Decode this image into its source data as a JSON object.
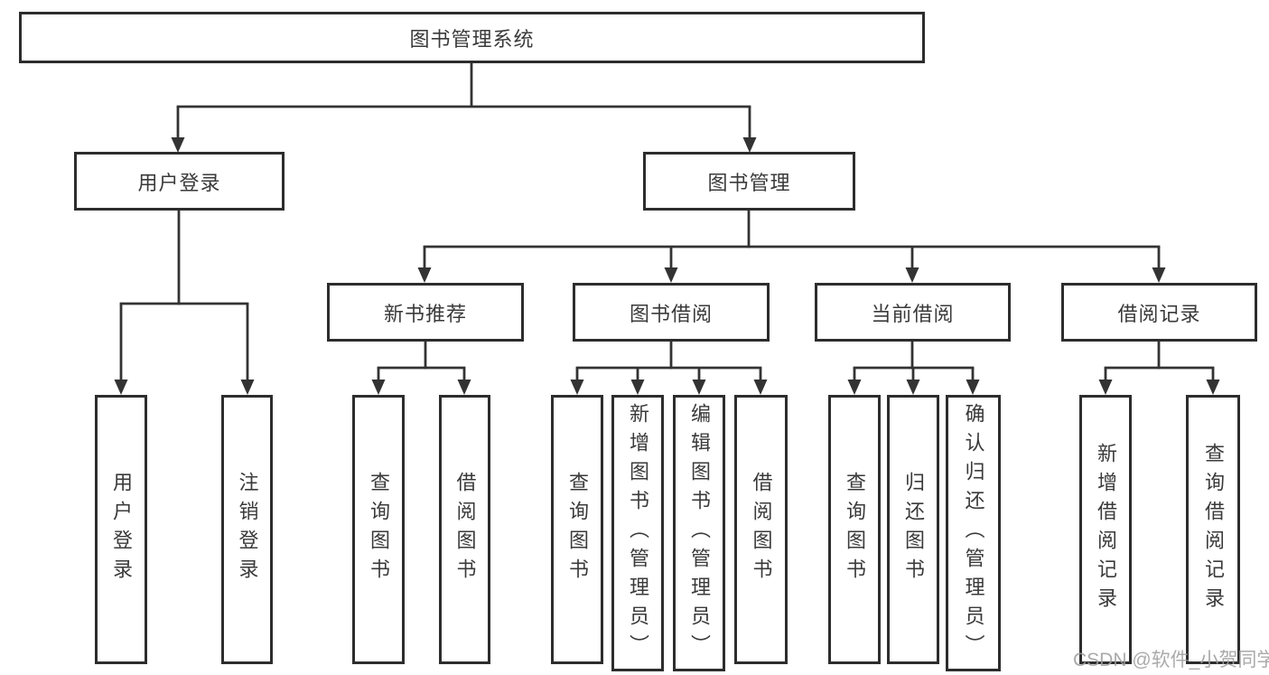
{
  "nodes": {
    "root": "图书管理系统",
    "user_login": "用户登录",
    "book_management": "图书管理",
    "new_book_recommend": "新书推荐",
    "book_borrow": "图书借阅",
    "current_borrow": "当前借阅",
    "borrow_record": "借阅记录",
    "leaf_user_login": "用户登录",
    "leaf_logout": "注销登录",
    "leaf_query_book_1": "查询图书",
    "leaf_borrow_book_1": "借阅图书",
    "leaf_query_book_2": "查询图书",
    "leaf_add_book": "新增图书（管理员）",
    "leaf_edit_book": "编辑图书（管理员）",
    "leaf_borrow_book_2": "借阅图书",
    "leaf_query_book_3": "查询图书",
    "leaf_return_book": "归还图书",
    "leaf_confirm_return": "确认归还（管理员）",
    "leaf_add_borrow_record": "新增借阅记录",
    "leaf_query_borrow_record": "查询借阅记录"
  },
  "watermark": "CSDN @软件_小贺同学",
  "colors": {
    "line": "#333333",
    "box_border": "#2d2d2d",
    "text": "#3a3a3a",
    "watermark": "#9e9e9e",
    "background": "#ffffff"
  }
}
